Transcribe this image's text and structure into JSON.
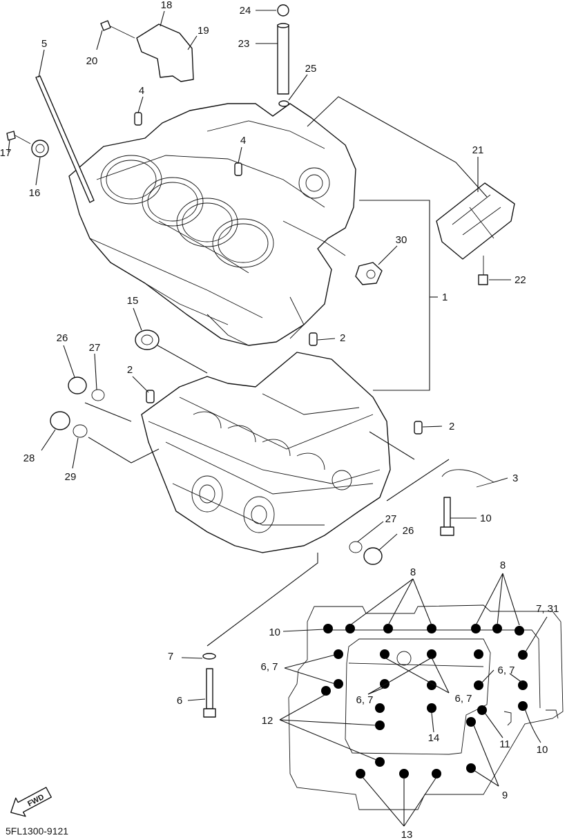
{
  "diagram_code": "5FL1300-9121",
  "fwd_label": "FWD",
  "callouts": {
    "c1": "1",
    "c2a": "2",
    "c2b": "2",
    "c2c": "2",
    "c3": "3",
    "c4a": "4",
    "c4b": "4",
    "c5": "5",
    "c6": "6",
    "c7": "7",
    "c10a": "10",
    "c15": "15",
    "c16": "16",
    "c17": "17",
    "c18": "18",
    "c19": "19",
    "c20": "20",
    "c21": "21",
    "c22": "22",
    "c23": "23",
    "c24": "24",
    "c25": "25",
    "c26a": "26",
    "c26b": "26",
    "c27a": "27",
    "c27b": "27",
    "c28": "28",
    "c29": "29",
    "c30": "30"
  },
  "bolt_map": {
    "labels": {
      "b8a": "8",
      "b8b": "8",
      "b731": "7, 31",
      "b10a": "10",
      "b67a": "6, 7",
      "b67b": "6, 7",
      "b67c": "6, 7",
      "b67d": "6, 7",
      "b12": "12",
      "b14": "14",
      "b11": "11",
      "b10b": "10",
      "b9": "9",
      "b13": "13"
    }
  }
}
